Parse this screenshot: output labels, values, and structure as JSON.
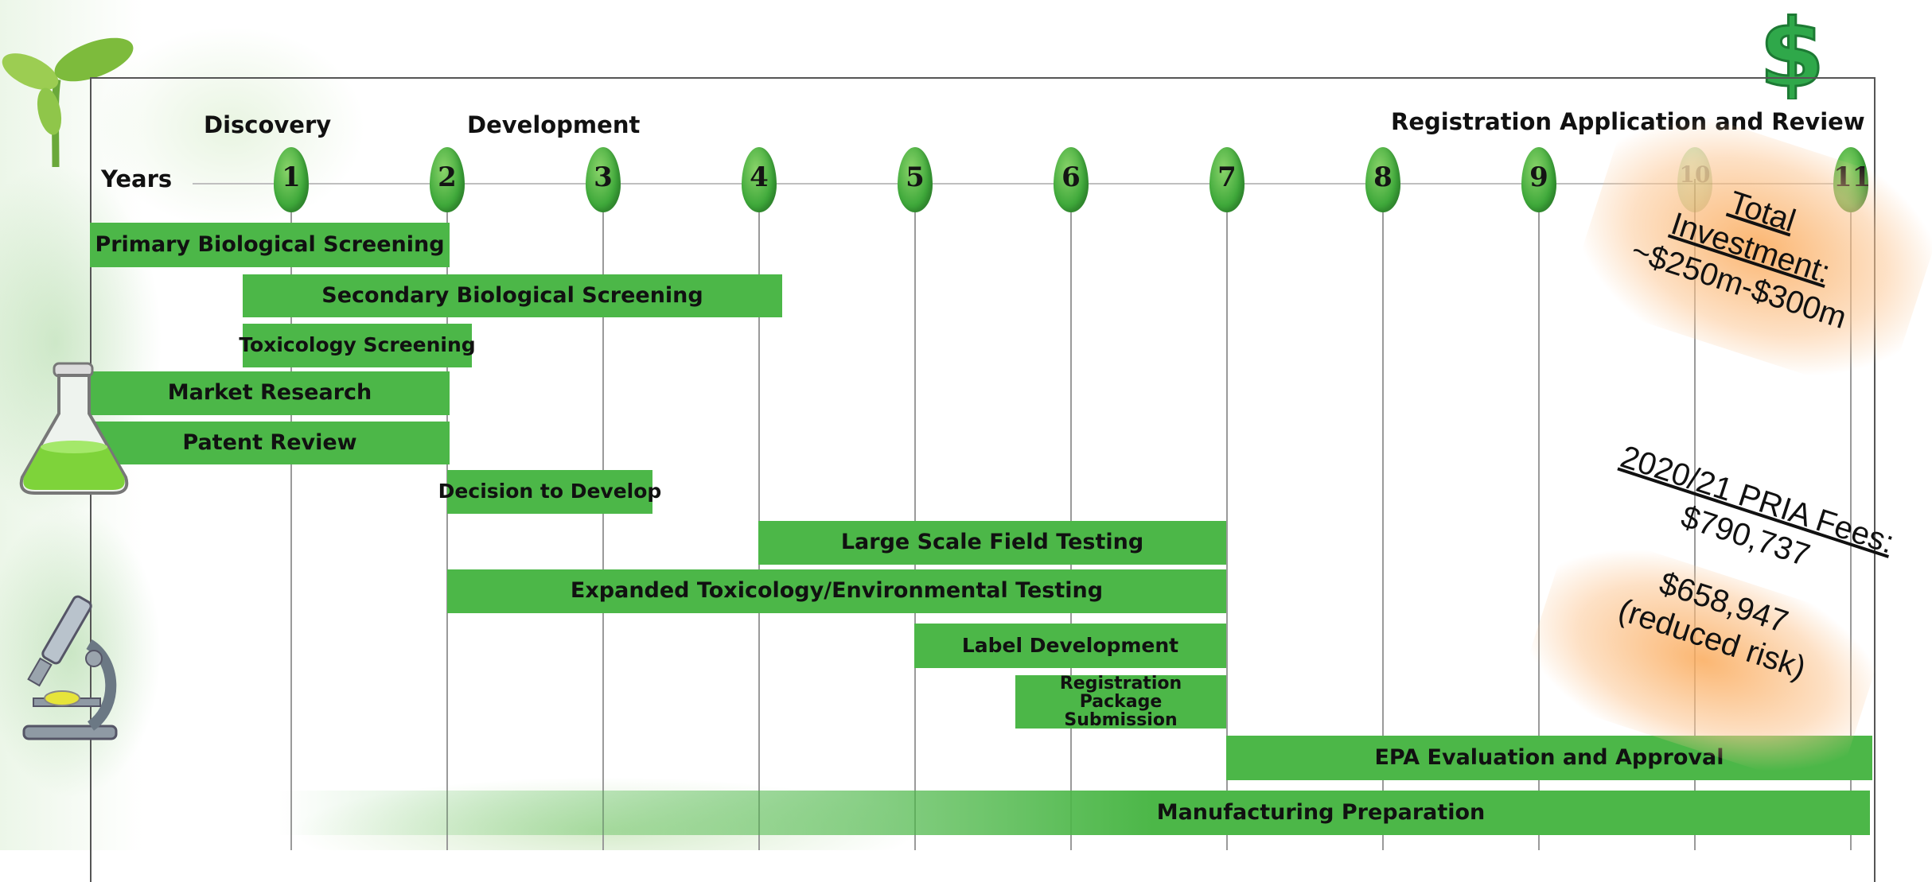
{
  "phases": {
    "discovery": "Discovery",
    "development": "Development",
    "registration": "Registration Application and Review"
  },
  "years_label": "Years",
  "years": [
    "1",
    "2",
    "3",
    "4",
    "5",
    "6",
    "7",
    "8",
    "9",
    "10",
    "11"
  ],
  "bars": {
    "primary": "Primary Biological Screening",
    "secondary": "Secondary Biological Screening",
    "toxicology": "Toxicology Screening",
    "market": "Market Research",
    "patent": "Patent Review",
    "decision": "Decision to Develop",
    "field": "Large Scale Field Testing",
    "expanded": "Expanded Toxicology/Environmental Testing",
    "label": "Label Development",
    "registration_package": "Registration Package Submission",
    "epa": "EPA Evaluation and Approval",
    "manufacturing": "Manufacturing Preparation"
  },
  "notes": {
    "investment_title": "Total",
    "investment_word": "Investment:",
    "investment_value": "~$250m-$300m",
    "pria_title": "2020/21 PRIA Fees:",
    "pria_value": "$790,737",
    "reduced_value": "$658,947",
    "reduced_label": "(reduced risk)"
  },
  "icons": [
    "seedling-icon",
    "dollar-sign-icon",
    "flask-icon",
    "microscope-icon"
  ],
  "colors": {
    "bar": "#4cb748",
    "leaf": "#3ea83a",
    "glow": "#f8a860"
  }
}
